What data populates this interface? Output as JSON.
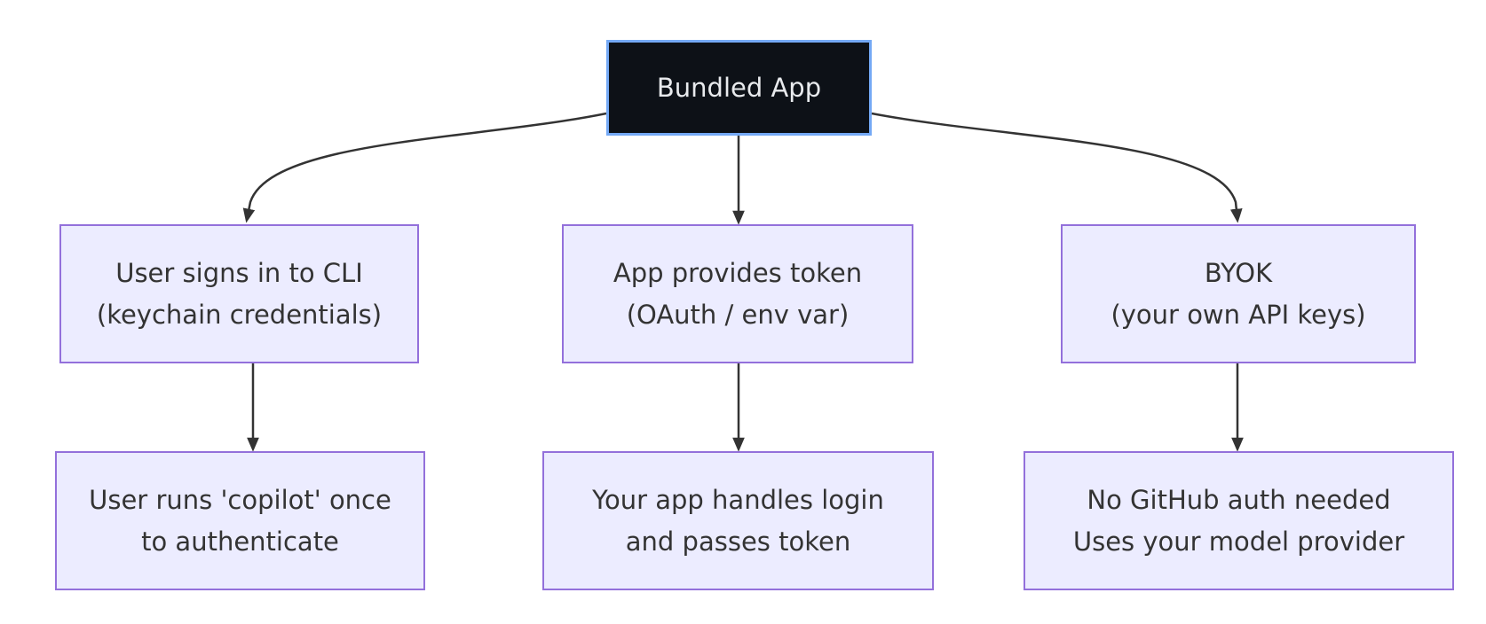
{
  "diagram": {
    "type": "flowchart",
    "nodes": {
      "root": {
        "label": "Bundled App"
      },
      "cli_signin": {
        "line1": "User signs in to CLI",
        "line2": "(keychain credentials)"
      },
      "app_token": {
        "line1": "App provides token",
        "line2": "(OAuth / env var)"
      },
      "byok": {
        "line1": "BYOK",
        "line2": "(your own API keys)"
      },
      "cli_auth": {
        "line1": "User runs 'copilot' once",
        "line2": "to authenticate"
      },
      "app_login": {
        "line1": "Your app handles login",
        "line2": "and passes token"
      },
      "byok_provider": {
        "line1": "No GitHub auth needed",
        "line2": "Uses your model provider"
      }
    },
    "edges": [
      {
        "from": "root",
        "to": "cli_signin"
      },
      {
        "from": "root",
        "to": "app_token"
      },
      {
        "from": "root",
        "to": "byok"
      },
      {
        "from": "cli_signin",
        "to": "cli_auth"
      },
      {
        "from": "app_token",
        "to": "app_login"
      },
      {
        "from": "byok",
        "to": "byok_provider"
      }
    ],
    "colors": {
      "background": "#ffffff",
      "node_fill": "#ECECFF",
      "node_stroke": "#9370DB",
      "node_text": "#333333",
      "root_fill": "#0d1117",
      "root_stroke": "#74a9f5",
      "root_text": "#e8eaed",
      "edge": "#333333"
    }
  }
}
